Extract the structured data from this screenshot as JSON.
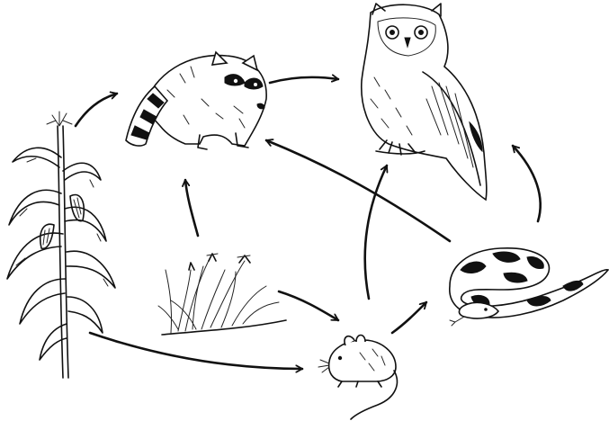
{
  "diagram": {
    "type": "food-web",
    "organisms": [
      {
        "id": "corn",
        "icon": "corn-plant-icon"
      },
      {
        "id": "grass",
        "icon": "grass-tuft-icon"
      },
      {
        "id": "raccoon",
        "icon": "raccoon-icon"
      },
      {
        "id": "owl",
        "icon": "owl-icon"
      },
      {
        "id": "mouse",
        "icon": "mouse-icon"
      },
      {
        "id": "snake",
        "icon": "snake-icon"
      }
    ],
    "links": [
      {
        "from": "corn",
        "to": "raccoon"
      },
      {
        "from": "corn",
        "to": "mouse"
      },
      {
        "from": "grass",
        "to": "raccoon"
      },
      {
        "from": "grass",
        "to": "mouse"
      },
      {
        "from": "raccoon",
        "to": "owl"
      },
      {
        "from": "snake",
        "to": "raccoon"
      },
      {
        "from": "mouse",
        "to": "owl"
      },
      {
        "from": "mouse",
        "to": "snake"
      },
      {
        "from": "snake",
        "to": "owl"
      }
    ],
    "colors": {
      "ink": "#111111",
      "background": "#ffffff"
    }
  }
}
